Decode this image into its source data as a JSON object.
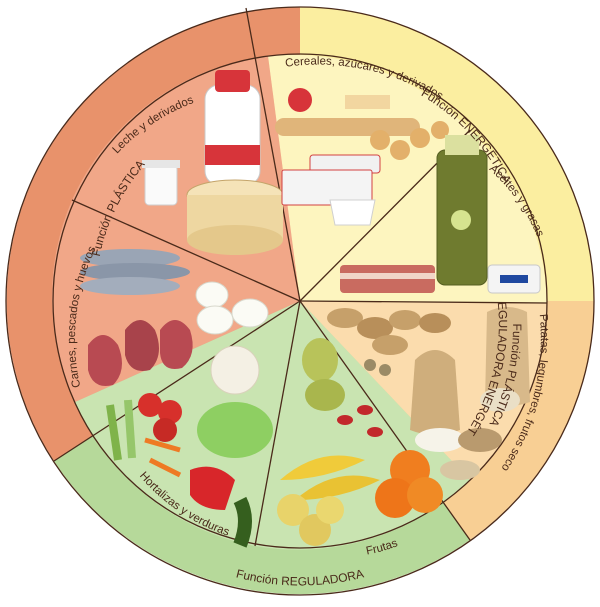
{
  "outer_ring": {
    "plastica": "Función PLÁSTICA",
    "energetica": "Función ENERGÉTICA",
    "plastica_energetica_line1": "Función PLÁSTICA",
    "plastica_energetica_line2": "Y REGULADORA ENERGÉTICA",
    "reguladora": "Función REGULADORA"
  },
  "sectors": {
    "leche": "Leche y derivados",
    "cereales": "Cereales, azúcares y derivados",
    "aceites": "Aceites y grasas",
    "patatas": "Patatas, legumbres, frutos secos",
    "frutas": "Frutas",
    "hortalizas": "Hortalizas y verduras",
    "carnes": "Carnes, pescados y huevos"
  },
  "colors": {
    "plastica_outer": "#e8926b",
    "plastica_inner": "#f1a788",
    "energetica_outer": "#fbeea0",
    "energetica_inner": "#fdf5bf",
    "mixta_outer": "#f8cf94",
    "mixta_inner": "#fbdcad",
    "reguladora_outer": "#b6d99a",
    "reguladora_inner": "#c9e4b1"
  }
}
